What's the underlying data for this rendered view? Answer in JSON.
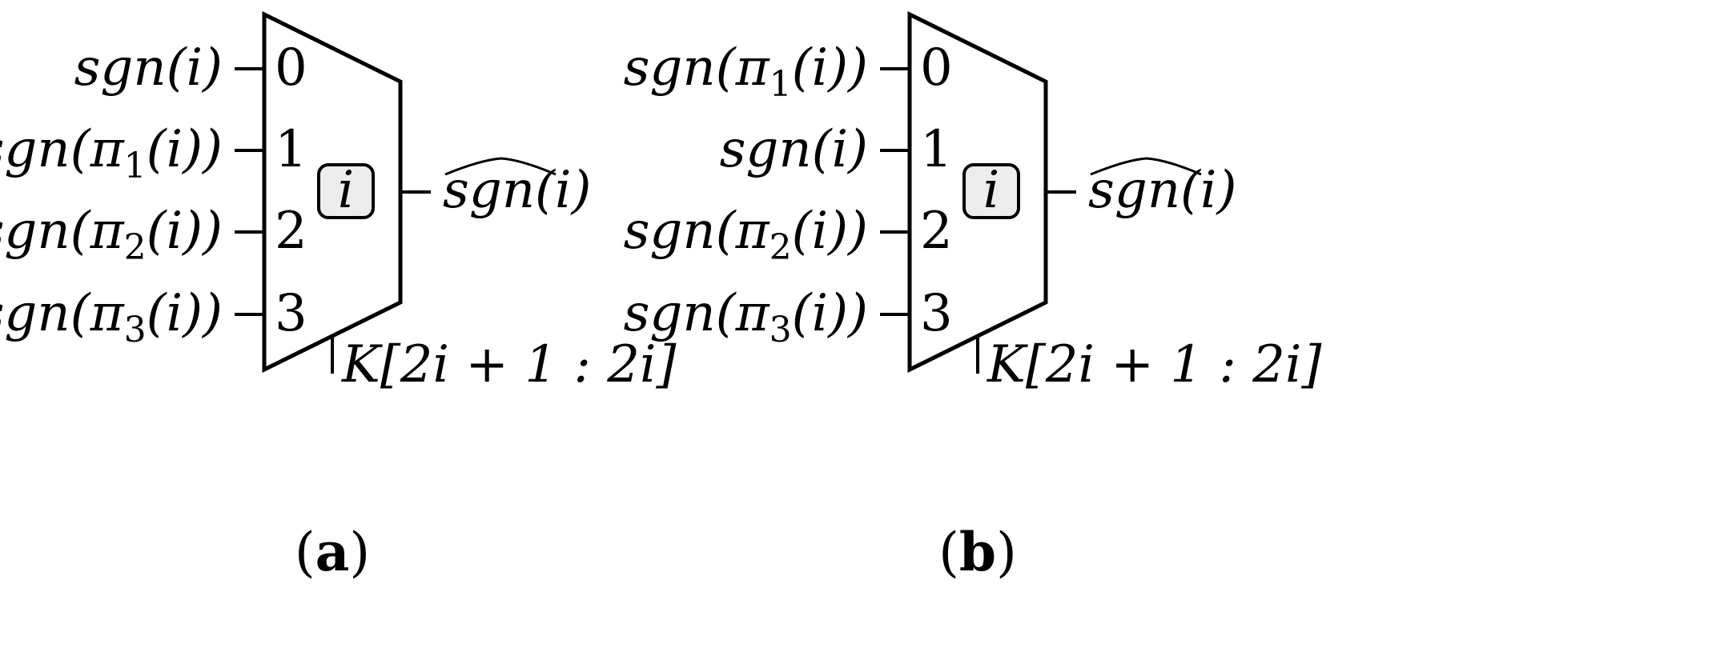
{
  "diagrams": [
    {
      "caption_open": "(",
      "caption_letter": "a",
      "caption_close": ")",
      "center_label": "i",
      "output": {
        "hat_part": "sgn",
        "rest": "(i)"
      },
      "select": "K[2i + 1 : 2i]",
      "inputs": [
        {
          "index": "0",
          "signal": {
            "pre": "sgn(",
            "pi": "",
            "sub": "",
            "post": "i)"
          }
        },
        {
          "index": "1",
          "signal": {
            "pre": "sgn(",
            "pi": "π",
            "sub": "1",
            "post": "(i))"
          }
        },
        {
          "index": "2",
          "signal": {
            "pre": "sgn(",
            "pi": "π",
            "sub": "2",
            "post": "(i))"
          }
        },
        {
          "index": "3",
          "signal": {
            "pre": "sgn(",
            "pi": "π",
            "sub": "3",
            "post": "(i))"
          }
        }
      ]
    },
    {
      "caption_open": "(",
      "caption_letter": "b",
      "caption_close": ")",
      "center_label": "i",
      "output": {
        "hat_part": "sgn",
        "rest": "(i)"
      },
      "select": "K[2i + 1 : 2i]",
      "inputs": [
        {
          "index": "0",
          "signal": {
            "pre": "sgn(",
            "pi": "π",
            "sub": "1",
            "post": "(i))"
          }
        },
        {
          "index": "1",
          "signal": {
            "pre": "sgn(",
            "pi": "",
            "sub": "",
            "post": "i)"
          }
        },
        {
          "index": "2",
          "signal": {
            "pre": "sgn(",
            "pi": "π",
            "sub": "2",
            "post": "(i))"
          }
        },
        {
          "index": "3",
          "signal": {
            "pre": "sgn(",
            "pi": "π",
            "sub": "3",
            "post": "(i))"
          }
        }
      ]
    }
  ],
  "colors": {
    "stroke": "#000000",
    "center_fill": "#ececec",
    "background": "#ffffff"
  }
}
